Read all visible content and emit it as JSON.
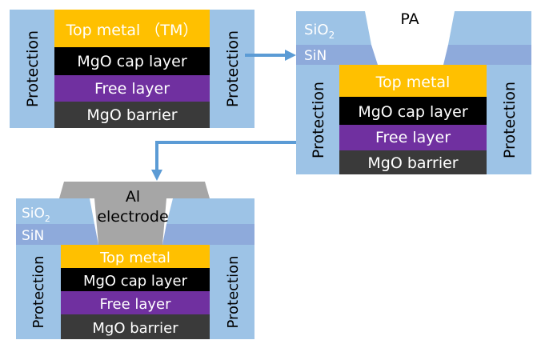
{
  "labels": {
    "protection": "Protection",
    "top_metal_tm": "Top metal （TM）",
    "top_metal": "Top metal",
    "mgo_cap": "MgO cap layer",
    "free_layer": "Free layer",
    "mgo_barrier": "MgO barrier",
    "sio2_base": "SiO",
    "sio2_sub": "2",
    "sin": "SiN",
    "pa": "PA",
    "al_line1": "Al",
    "al_line2": "electrode"
  },
  "colors": {
    "protection": "#9dc3e6",
    "sio2": "#9dc3e6",
    "sin": "#8eaadb",
    "top_metal": "#ffc000",
    "mgo_cap": "#000000",
    "free_layer": "#7030a0",
    "mgo_barrier": "#3a3a3a",
    "al_electrode": "#a6a6a6",
    "arrow": "#5b9bd5",
    "light_text": "#ffffff",
    "dark_text": "#000000"
  }
}
